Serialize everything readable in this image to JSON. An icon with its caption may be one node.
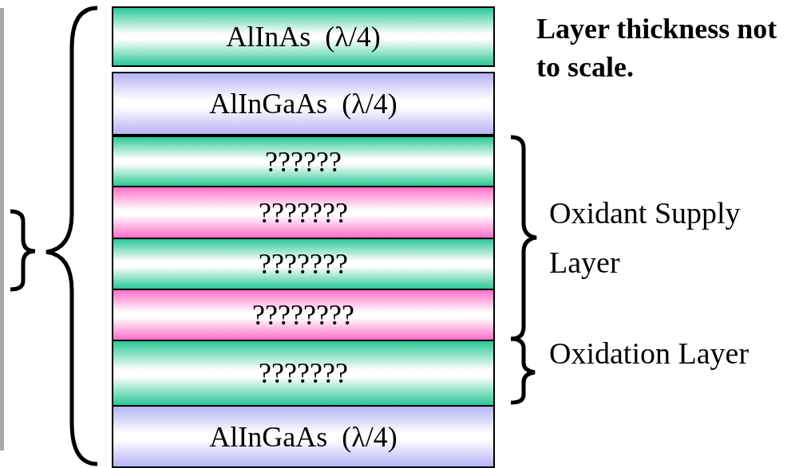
{
  "diagram": {
    "nodes": [
      {
        "text": [
          "AlInAs  (λ/4)"
        ]
      },
      {
        "text": [
          "AlInGaAs  (λ/4)"
        ]
      },
      {
        "text": [
          "??????"
        ]
      },
      {
        "text": [
          "???????"
        ]
      },
      {
        "text": [
          "???????"
        ]
      },
      {
        "text": [
          "????????"
        ]
      },
      {
        "text": [
          "???????"
        ]
      },
      {
        "text": [
          "AlInGaAs  (λ/4)"
        ]
      }
    ],
    "labels": [
      "Layer thickness not to scale.",
      "Oxidant Supply Layer",
      "Oxidation Layer"
    ]
  }
}
